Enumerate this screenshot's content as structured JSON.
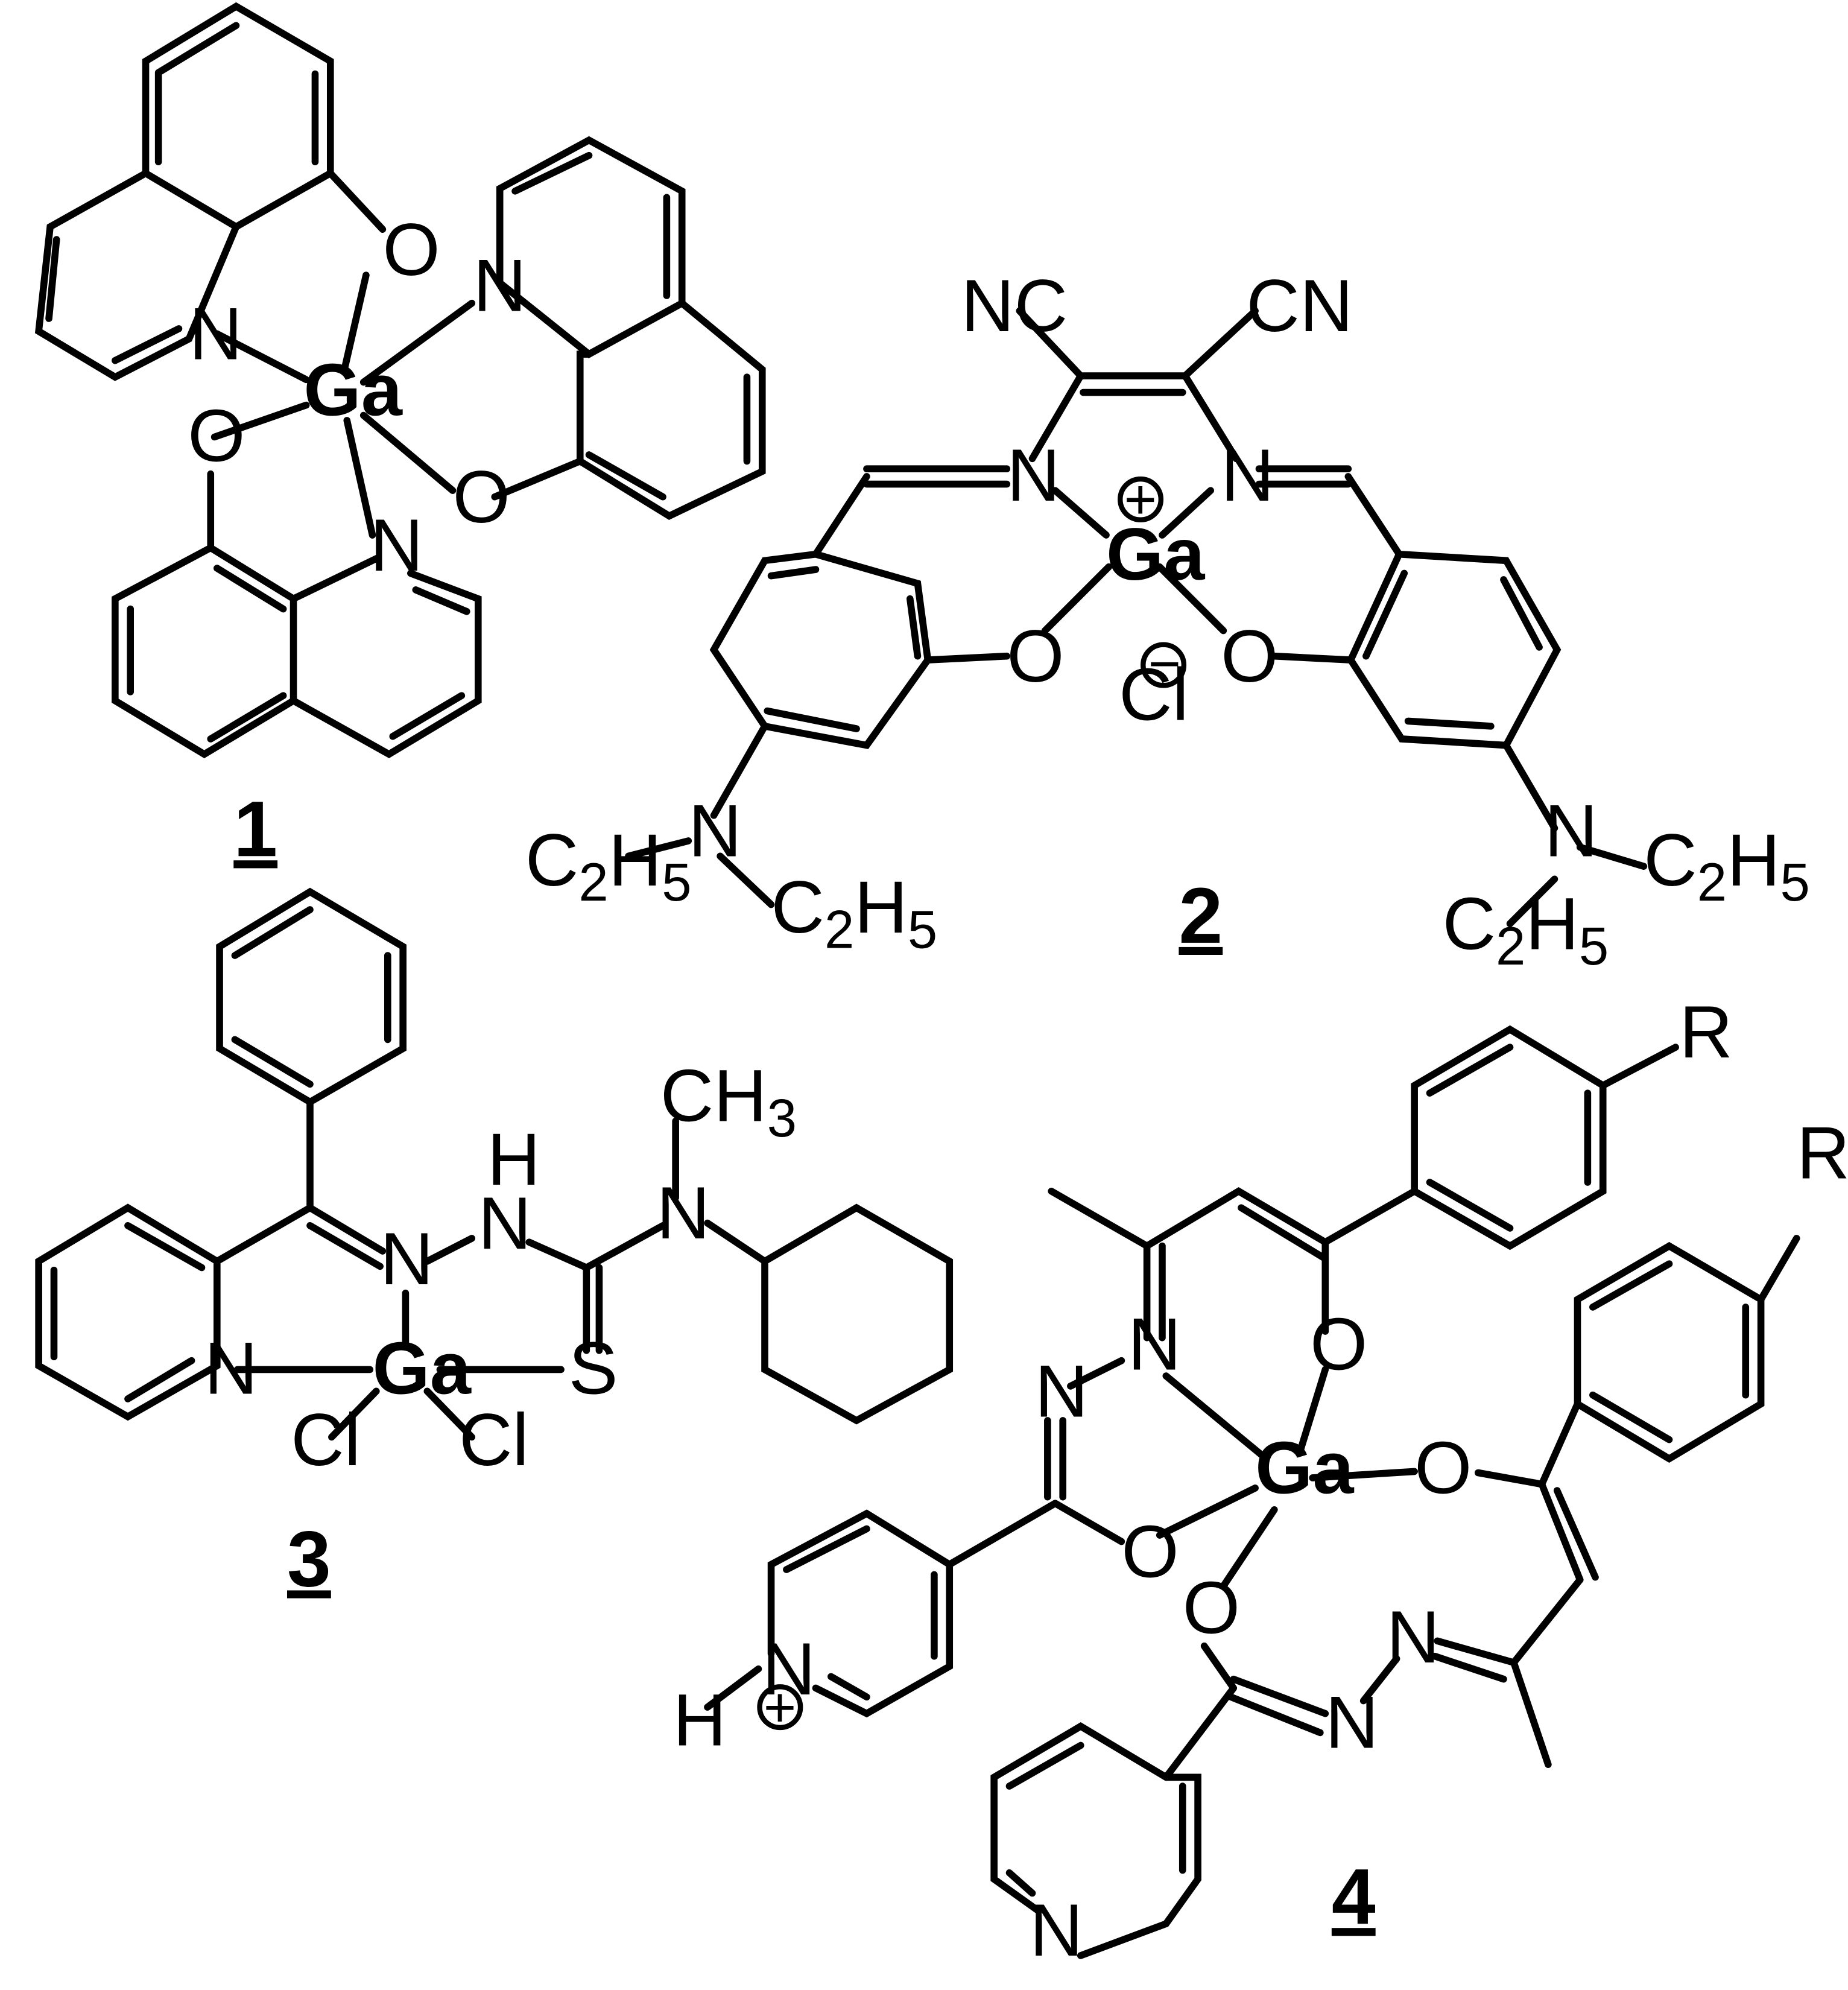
{
  "figure": {
    "compounds": [
      {
        "label": "1",
        "atoms": {
          "metal": "Ga",
          "o1": "O",
          "o2": "O",
          "o3": "O",
          "n1": "N",
          "n2": "N",
          "n3": "N"
        }
      },
      {
        "label": "2",
        "atoms": {
          "metal": "Ga",
          "cn_left": "NC",
          "cn_right": "CN",
          "n_left": "N",
          "n_right": "N",
          "o_left": "O",
          "o_right": "O",
          "counterion": "Cl",
          "amine_left": "N",
          "amine_right": "N"
        },
        "charges": {
          "cation": "+",
          "anion": "−"
        },
        "ethyl": {
          "c": "C",
          "c_sub": "2",
          "h": "H",
          "h_sub": "5"
        }
      },
      {
        "label": "3",
        "atoms": {
          "metal": "Ga",
          "n_pyr": "N",
          "n_imine": "N",
          "nh": "H",
          "nh_n": "N",
          "n_amide": "N",
          "s": "S",
          "cl1": "Cl",
          "cl2": "Cl"
        },
        "methyl": {
          "c": "CH",
          "sub": "3"
        }
      },
      {
        "label": "4",
        "atoms": {
          "metal": "Ga",
          "r1": "R",
          "r2": "R",
          "n1": "N",
          "n2": "N",
          "n3": "N",
          "n4": "N",
          "o1": "O",
          "o2": "O",
          "o3": "O",
          "o4": "O",
          "n_pyr1": "N",
          "n_pyr2": "N",
          "h": "H"
        },
        "charges": {
          "cation": "+"
        }
      }
    ]
  }
}
